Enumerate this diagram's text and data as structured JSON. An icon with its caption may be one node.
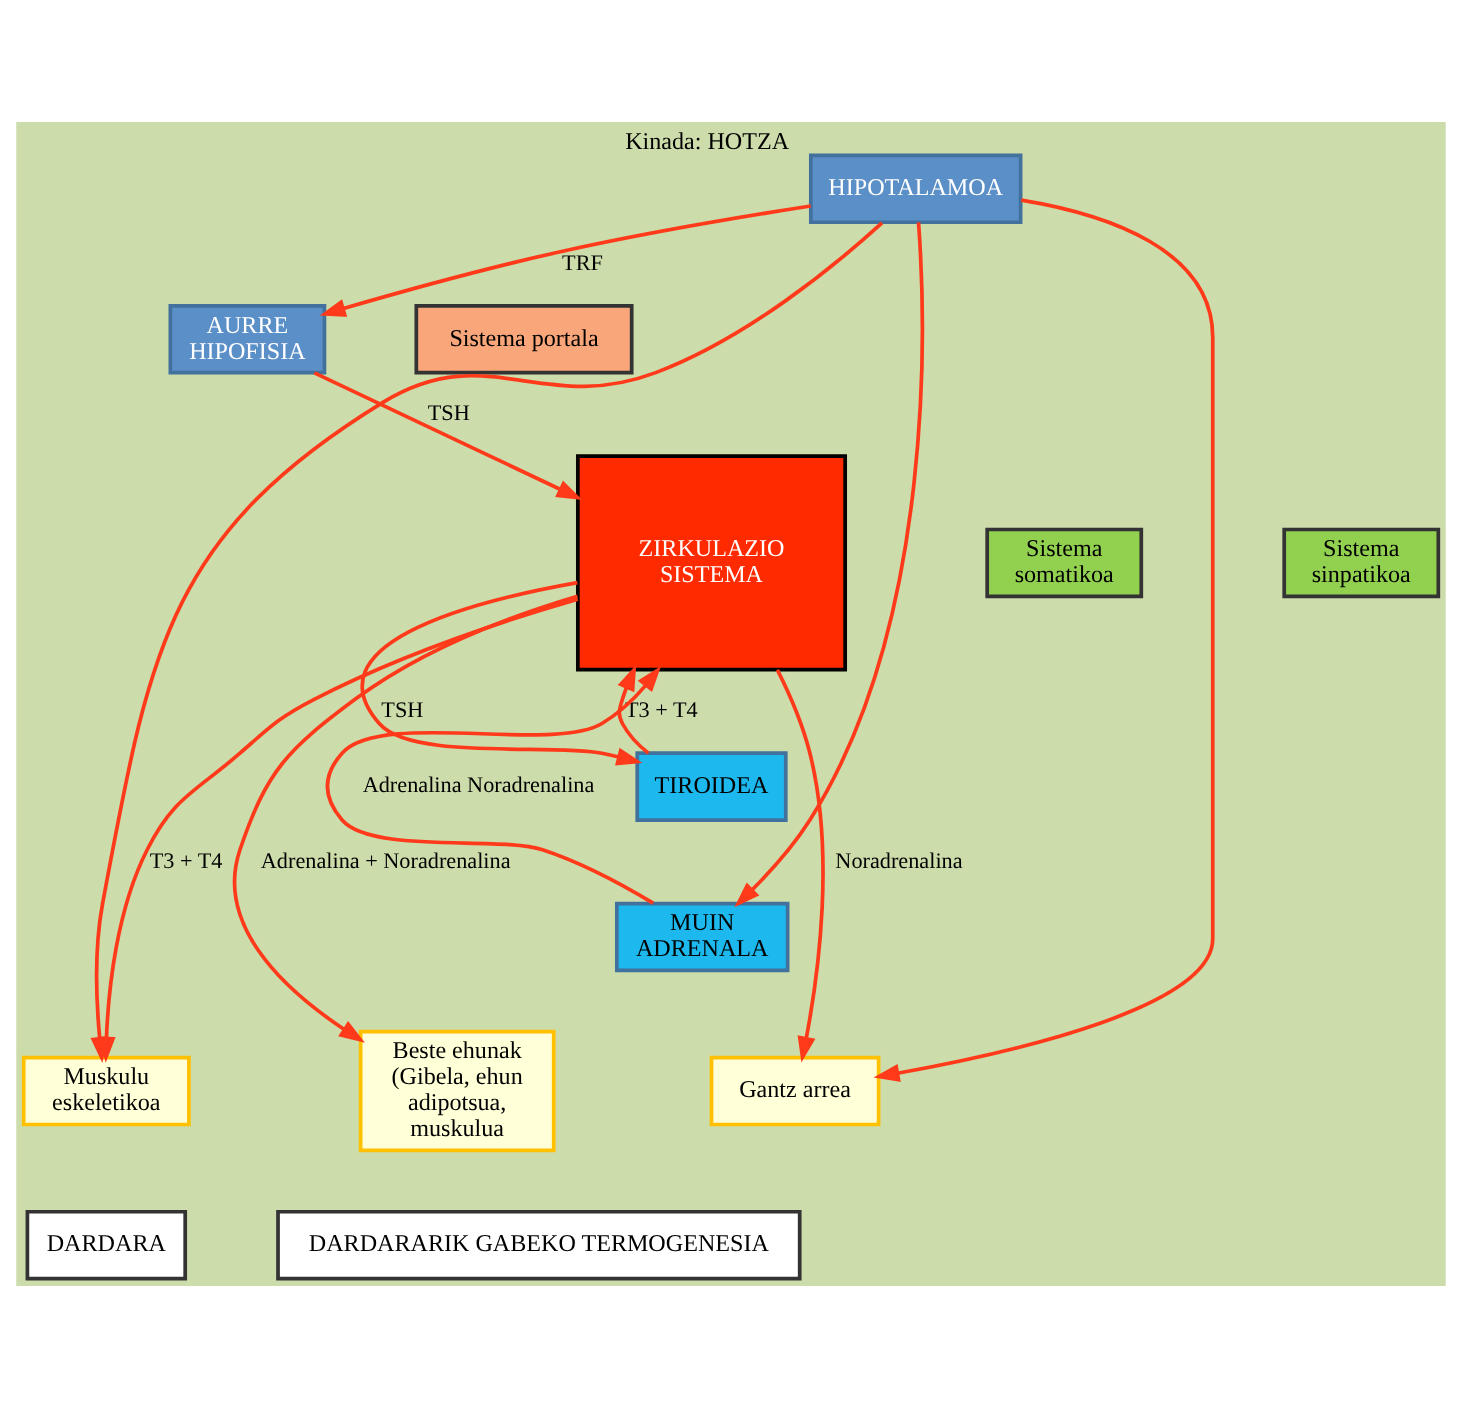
{
  "diagram": {
    "nodes": [
      {
        "text": [
          "HIPOTALAMOA"
        ],
        "beside": [
          "Kinada: HOTZA"
        ]
      },
      {
        "text": [
          "Sistema portala"
        ]
      },
      {
        "text": [
          "AURRE HIPOFISIA"
        ]
      },
      {
        "text": [
          "ZIRKULAZIO SISTEMA"
        ]
      },
      {
        "text": [
          "TIROIDEA"
        ]
      },
      {
        "text": [
          "MUIN ADRENALA"
        ]
      },
      {
        "text": [
          "Sistema somatikoa"
        ]
      },
      {
        "text": [
          "Sistema sinpatikoa"
        ]
      },
      {
        "text": [
          "Muskulu eskeletikoa"
        ]
      },
      {
        "text": [
          "Beste ehunak (Gibela, ehun adipotsua, muskulua"
        ]
      },
      {
        "text": [
          "Gantz arrea"
        ]
      },
      {
        "text": [
          "DARDARA"
        ]
      },
      {
        "text": [
          "DARDARARIK GABEKO TERMOGENESIA"
        ]
      }
    ],
    "edges": [
      {
        "from": 0,
        "to": 2,
        "arrow": "to",
        "label": "TRF"
      },
      {
        "from": 2,
        "to": 3,
        "arrow": "to",
        "label": "TSH"
      },
      {
        "from": 3,
        "to": 4,
        "arrow": "to",
        "label": "TSH"
      },
      {
        "from": 4,
        "to": 3,
        "arrow": "to",
        "label": "T3 + T4"
      },
      {
        "from": 5,
        "to": 3,
        "arrow": "to",
        "label": "Adrenalina Noradrenalina"
      },
      {
        "from": 3,
        "to": 8,
        "arrow": "to",
        "label": "T3 + T4"
      },
      {
        "from": 3,
        "to": 9,
        "arrow": "to",
        "label": "Adrenalina + Noradrenalina"
      },
      {
        "from": 3,
        "to": 10,
        "arrow": "to",
        "label": "Noradrenalina"
      },
      {
        "from": 0,
        "to": 8,
        "arrow": "to"
      },
      {
        "from": 0,
        "to": 5,
        "arrow": "to"
      },
      {
        "from": 0,
        "to": 10,
        "arrow": "to"
      }
    ]
  }
}
